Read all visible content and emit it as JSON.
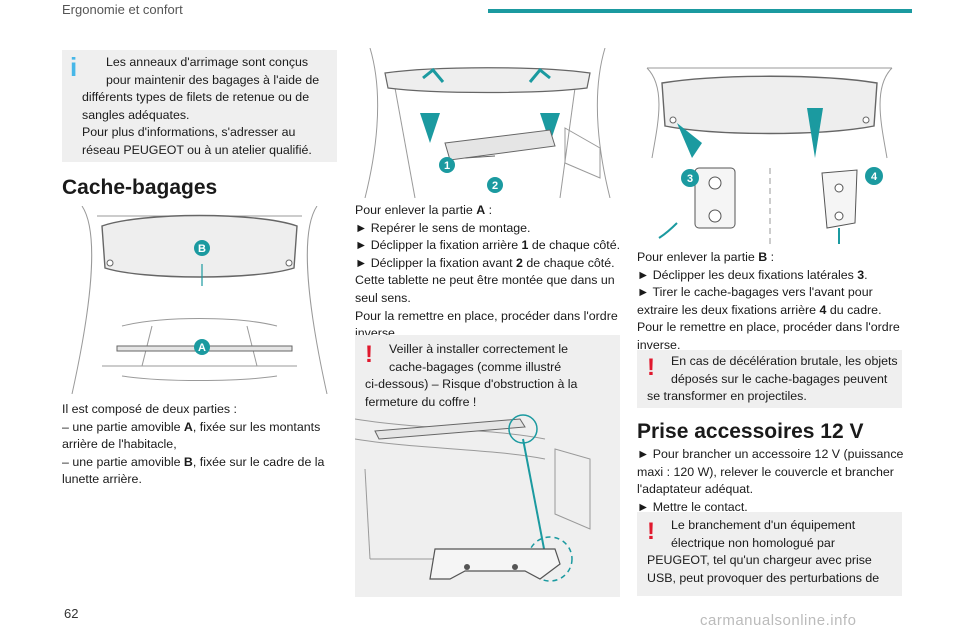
{
  "header": {
    "title": "Ergonomie et confort"
  },
  "info_note": {
    "lines": [
      "Les anneaux d'arrimage sont conçus",
      "pour maintenir des bagages à l'aide de",
      "différents types de filets de retenue ou de",
      "sangles adéquates.",
      "Pour plus d'informations, s'adresser au",
      "réseau PEUGEOT ou à un atelier qualifié."
    ]
  },
  "section1": {
    "title": "Cache-bagages"
  },
  "figure1": {
    "label_a": "A",
    "label_b": "B"
  },
  "composition": {
    "line1": "Il est composé de deux parties :",
    "line2_pre": "– une partie amovible ",
    "line2_bold": "A",
    "line2_post": ", fixée sur les montants",
    "line3": "arrière de l'habitacle,",
    "line4_pre": "– une partie amovible ",
    "line4_bold": "B",
    "line4_post": ", fixée sur le cadre de la",
    "line5": "lunette arrière."
  },
  "figure2": {
    "label_1": "1",
    "label_2": "2"
  },
  "remove_a": {
    "line1_pre": "Pour enlever la partie ",
    "line1_bold": "A",
    "line1_post": " :",
    "line2": "► Repérer le sens de montage.",
    "line3_pre": "► Déclipper la fixation arrière ",
    "line3_bold": "1",
    "line3_post": " de chaque côté.",
    "line4_pre": "► Déclipper la fixation avant ",
    "line4_bold": "2",
    "line4_post": " de chaque côté.",
    "line5": "Cette tablette ne peut être montée que dans un",
    "line6": "seul sens.",
    "line7": "Pour la remettre en place, procéder dans l'ordre",
    "line8": "inverse."
  },
  "warn_note1": {
    "lines": [
      "Veiller à installer correctement le",
      "cache-bagages (comme illustré",
      "ci-dessous) – Risque d'obstruction à la",
      "fermeture du coffre !"
    ]
  },
  "figure4": {
    "label_3": "3",
    "label_4": "4"
  },
  "remove_b": {
    "line1_pre": "Pour enlever la partie ",
    "line1_bold": "B",
    "line1_post": " :",
    "line2_pre": "► Déclipper les deux fixations latérales ",
    "line2_bold": "3",
    "line2_post": ".",
    "line3": "► Tirer le cache-bagages vers l'avant pour",
    "line4_pre": "extraire les deux fixations arrière ",
    "line4_bold": "4",
    "line4_post": " du cadre.",
    "line5": "Pour le remettre en place, procéder dans l'ordre",
    "line6": "inverse."
  },
  "warn_note2": {
    "lines": [
      "En cas de décélération brutale, les objets",
      "déposés sur le cache-bagages peuvent",
      "se transformer en projectiles."
    ]
  },
  "section2": {
    "title": "Prise accessoires 12 V"
  },
  "accessory": {
    "line1": "► Pour brancher un accessoire 12 V (puissance",
    "line2": "maxi : 120 W), relever le couvercle et brancher",
    "line3": "l'adaptateur adéquat.",
    "line4": "► Mettre le contact."
  },
  "warn_note3": {
    "lines": [
      "Le branchement d'un équipement",
      "électrique non homologué par",
      "PEUGEOT, tel qu'un chargeur avec prise",
      "USB, peut provoquer des perturbations de"
    ]
  },
  "footer": {
    "page_number": "62",
    "watermark": "carmanualsonline.info"
  },
  "colors": {
    "accent": "#1b9aa0",
    "info": "#47b7e8",
    "warning": "#e0182d",
    "note_bg": "#efefef"
  }
}
